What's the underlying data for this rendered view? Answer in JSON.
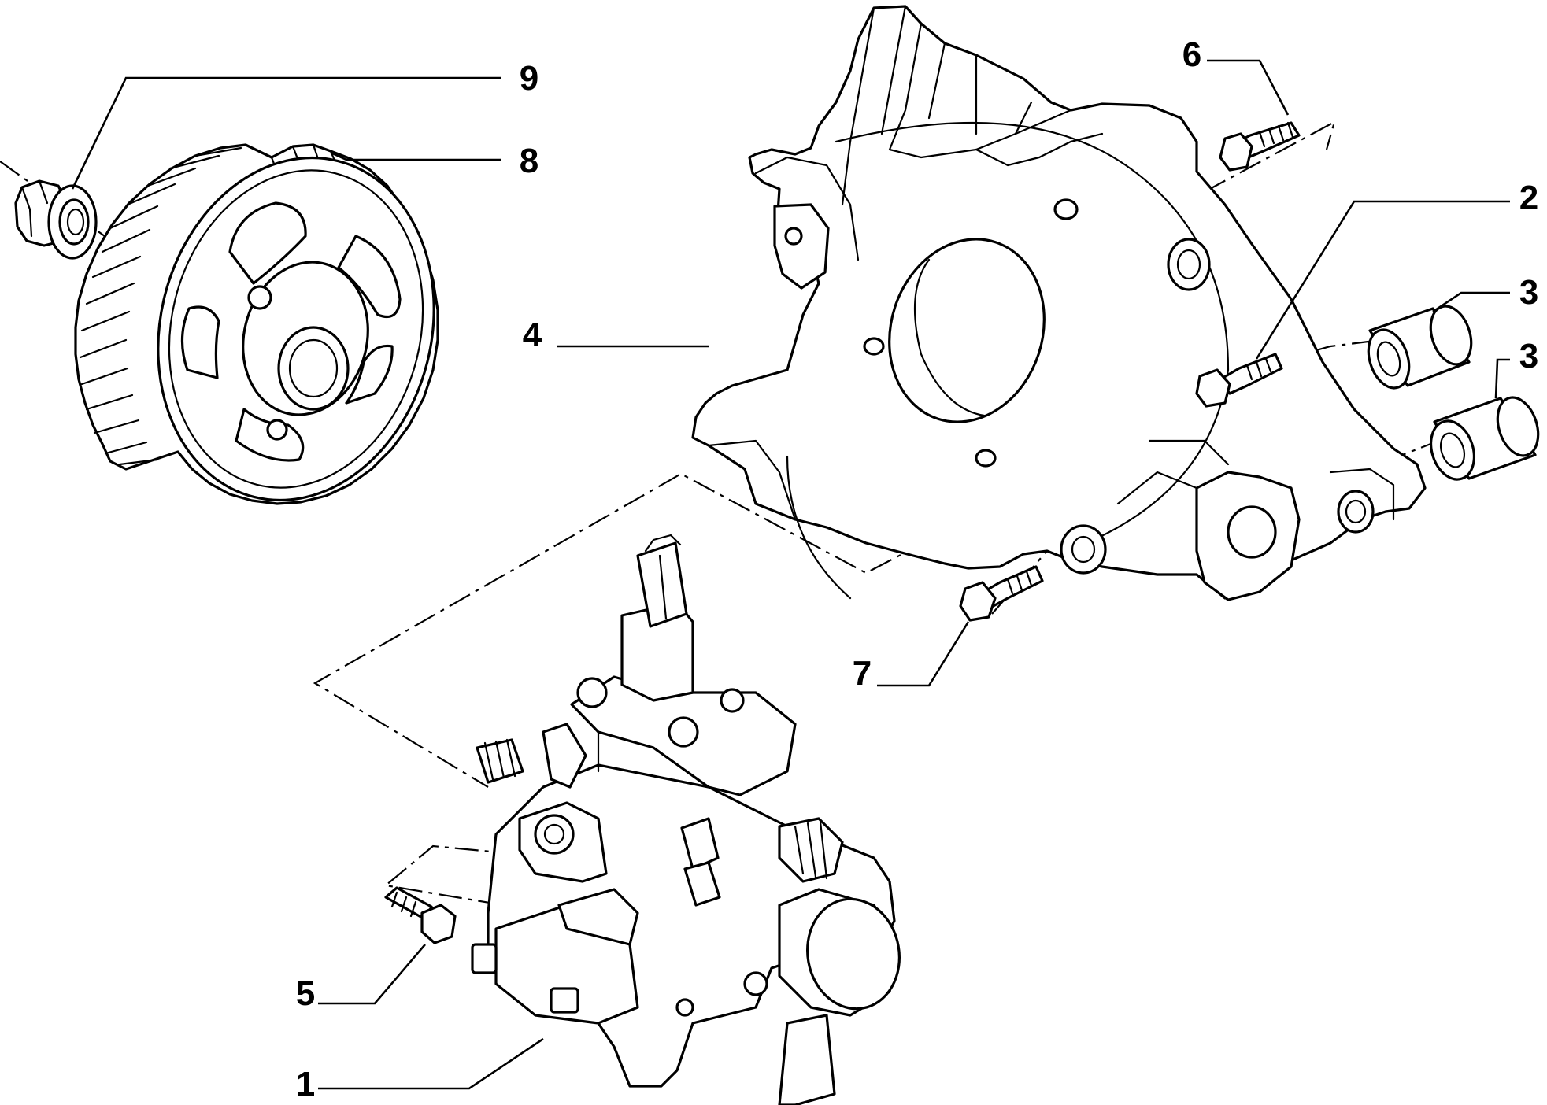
{
  "diagram": {
    "callouts": [
      {
        "id": "c1",
        "label": "1"
      },
      {
        "id": "c2",
        "label": "2"
      },
      {
        "id": "c3a",
        "label": "3"
      },
      {
        "id": "c3b",
        "label": "3"
      },
      {
        "id": "c4",
        "label": "4"
      },
      {
        "id": "c5",
        "label": "5"
      },
      {
        "id": "c6",
        "label": "6"
      },
      {
        "id": "c7",
        "label": "7"
      },
      {
        "id": "c8",
        "label": "8"
      },
      {
        "id": "c9",
        "label": "9"
      }
    ],
    "colors": {
      "ink": "#000000",
      "paper": "#ffffff"
    }
  }
}
